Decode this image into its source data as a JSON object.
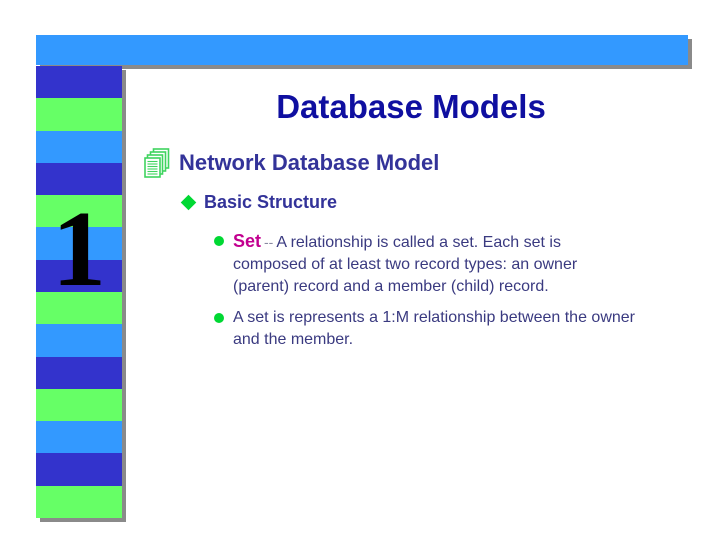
{
  "slide": {
    "title": "Database Models",
    "page_number": "1",
    "heading": "Network Database Model",
    "subheading": "Basic Structure",
    "bullets": [
      {
        "lead": "Set",
        "separator": "--",
        "text": "A relationship is called a set. Each set is composed of at least two record types: an owner (parent) record and a member (child) record."
      },
      {
        "text": "A set is represents a 1:M relationship between the owner and the member."
      }
    ]
  },
  "decor": {
    "stripe_pattern": [
      "stripe_dark_blue",
      "stripe_green",
      "stripe_light_blue"
    ],
    "stripe_count": 14
  },
  "colors": {
    "top_bar": "#3399ff",
    "stripe_dark_blue": "#3333cc",
    "stripe_green": "#66ff66",
    "stripe_light_blue": "#3399ff",
    "shadow": "#8a8a8a",
    "title_text": "#0f0fa0",
    "heading_text": "#333399",
    "body_text": "#3a3a80",
    "lead_text": "#c2008f",
    "separator_text": "#8a8aa2",
    "bullet_green": "#00d833",
    "icon_green": "#3fd45f",
    "numeral_black": "#000000"
  }
}
